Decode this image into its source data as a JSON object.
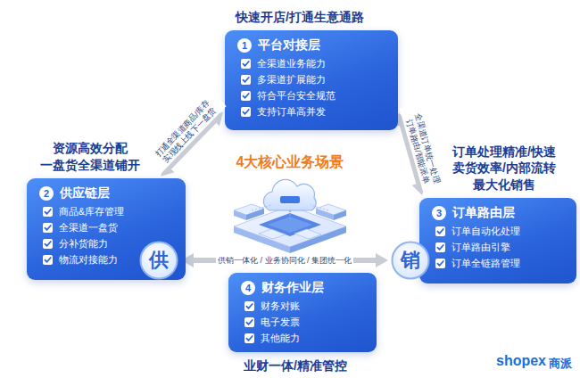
{
  "diagram": {
    "nodes": [
      {
        "text": [
          "快速开店/打通生意通路",
          "1",
          "平台对接层",
          "全渠道业务能力",
          "多渠道扩展能力",
          "符合平台安全规范",
          "支持订单高并发"
        ]
      },
      {
        "text": [
          "资源高效分配 一盘货全渠道铺开",
          "2",
          "供应链层",
          "商品&库存管理",
          "全渠道一盘货",
          "分补货能力",
          "物流对接能力"
        ]
      },
      {
        "text": [
          "订单处理精准/快速 卖货效率/内部流转 最大化销售",
          "3",
          "订单路由层",
          "订单自动化处理",
          "订单路由引擎",
          "订单全链路管理"
        ]
      },
      {
        "text": [
          "业财一体/精准管控",
          "4",
          "财务作业层",
          "财务对账",
          "电子发票",
          "其他能力"
        ]
      },
      {
        "text": [
          "供"
        ]
      },
      {
        "text": [
          "销"
        ]
      }
    ],
    "edges": [
      {
        "from": 0,
        "to": 1,
        "label": "打通全渠道商品/库存 实现线上线下一盘货",
        "arrow": "both"
      },
      {
        "from": 0,
        "to": 2,
        "label": "全渠道订单统一处理 订单路由/智能派单",
        "arrow": "both"
      },
      {
        "from": 4,
        "to": 5,
        "label": "供销一体化 / 业务协同化 / 集团统一化",
        "arrow": "both"
      }
    ],
    "labels": [
      "4大核心业务场景",
      "shopex",
      "商派"
    ]
  }
}
